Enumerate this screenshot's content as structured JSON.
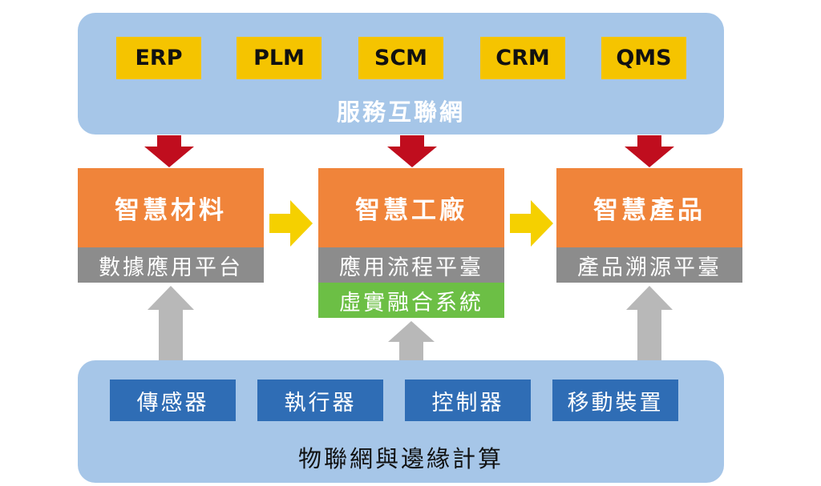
{
  "top_panel": {
    "systems": [
      "ERP",
      "PLM",
      "SCM",
      "CRM",
      "QMS"
    ],
    "label": "服務互聯網"
  },
  "modules": [
    {
      "title": "智慧材料",
      "platforms": [
        "數據應用平台"
      ]
    },
    {
      "title": "智慧工廠",
      "platforms": [
        "應用流程平臺",
        "虛實融合系統"
      ]
    },
    {
      "title": "智慧產品",
      "platforms": [
        "產品溯源平臺"
      ]
    }
  ],
  "bottom_panel": {
    "devices": [
      "傳感器",
      "執行器",
      "控制器",
      "移動裝置"
    ],
    "label": "物聯網與邊緣計算"
  },
  "colors": {
    "panel": "#a6c6e8",
    "system_box": "#f5c400",
    "module_box": "#f0843a",
    "platform_bar": "#8c8c8c",
    "fusion_bar": "#6cbf45",
    "device_box": "#2f6db5",
    "down_arrow": "#c00d1e",
    "flow_arrow": "#f5d000",
    "up_arrow": "#b8b8b8"
  }
}
